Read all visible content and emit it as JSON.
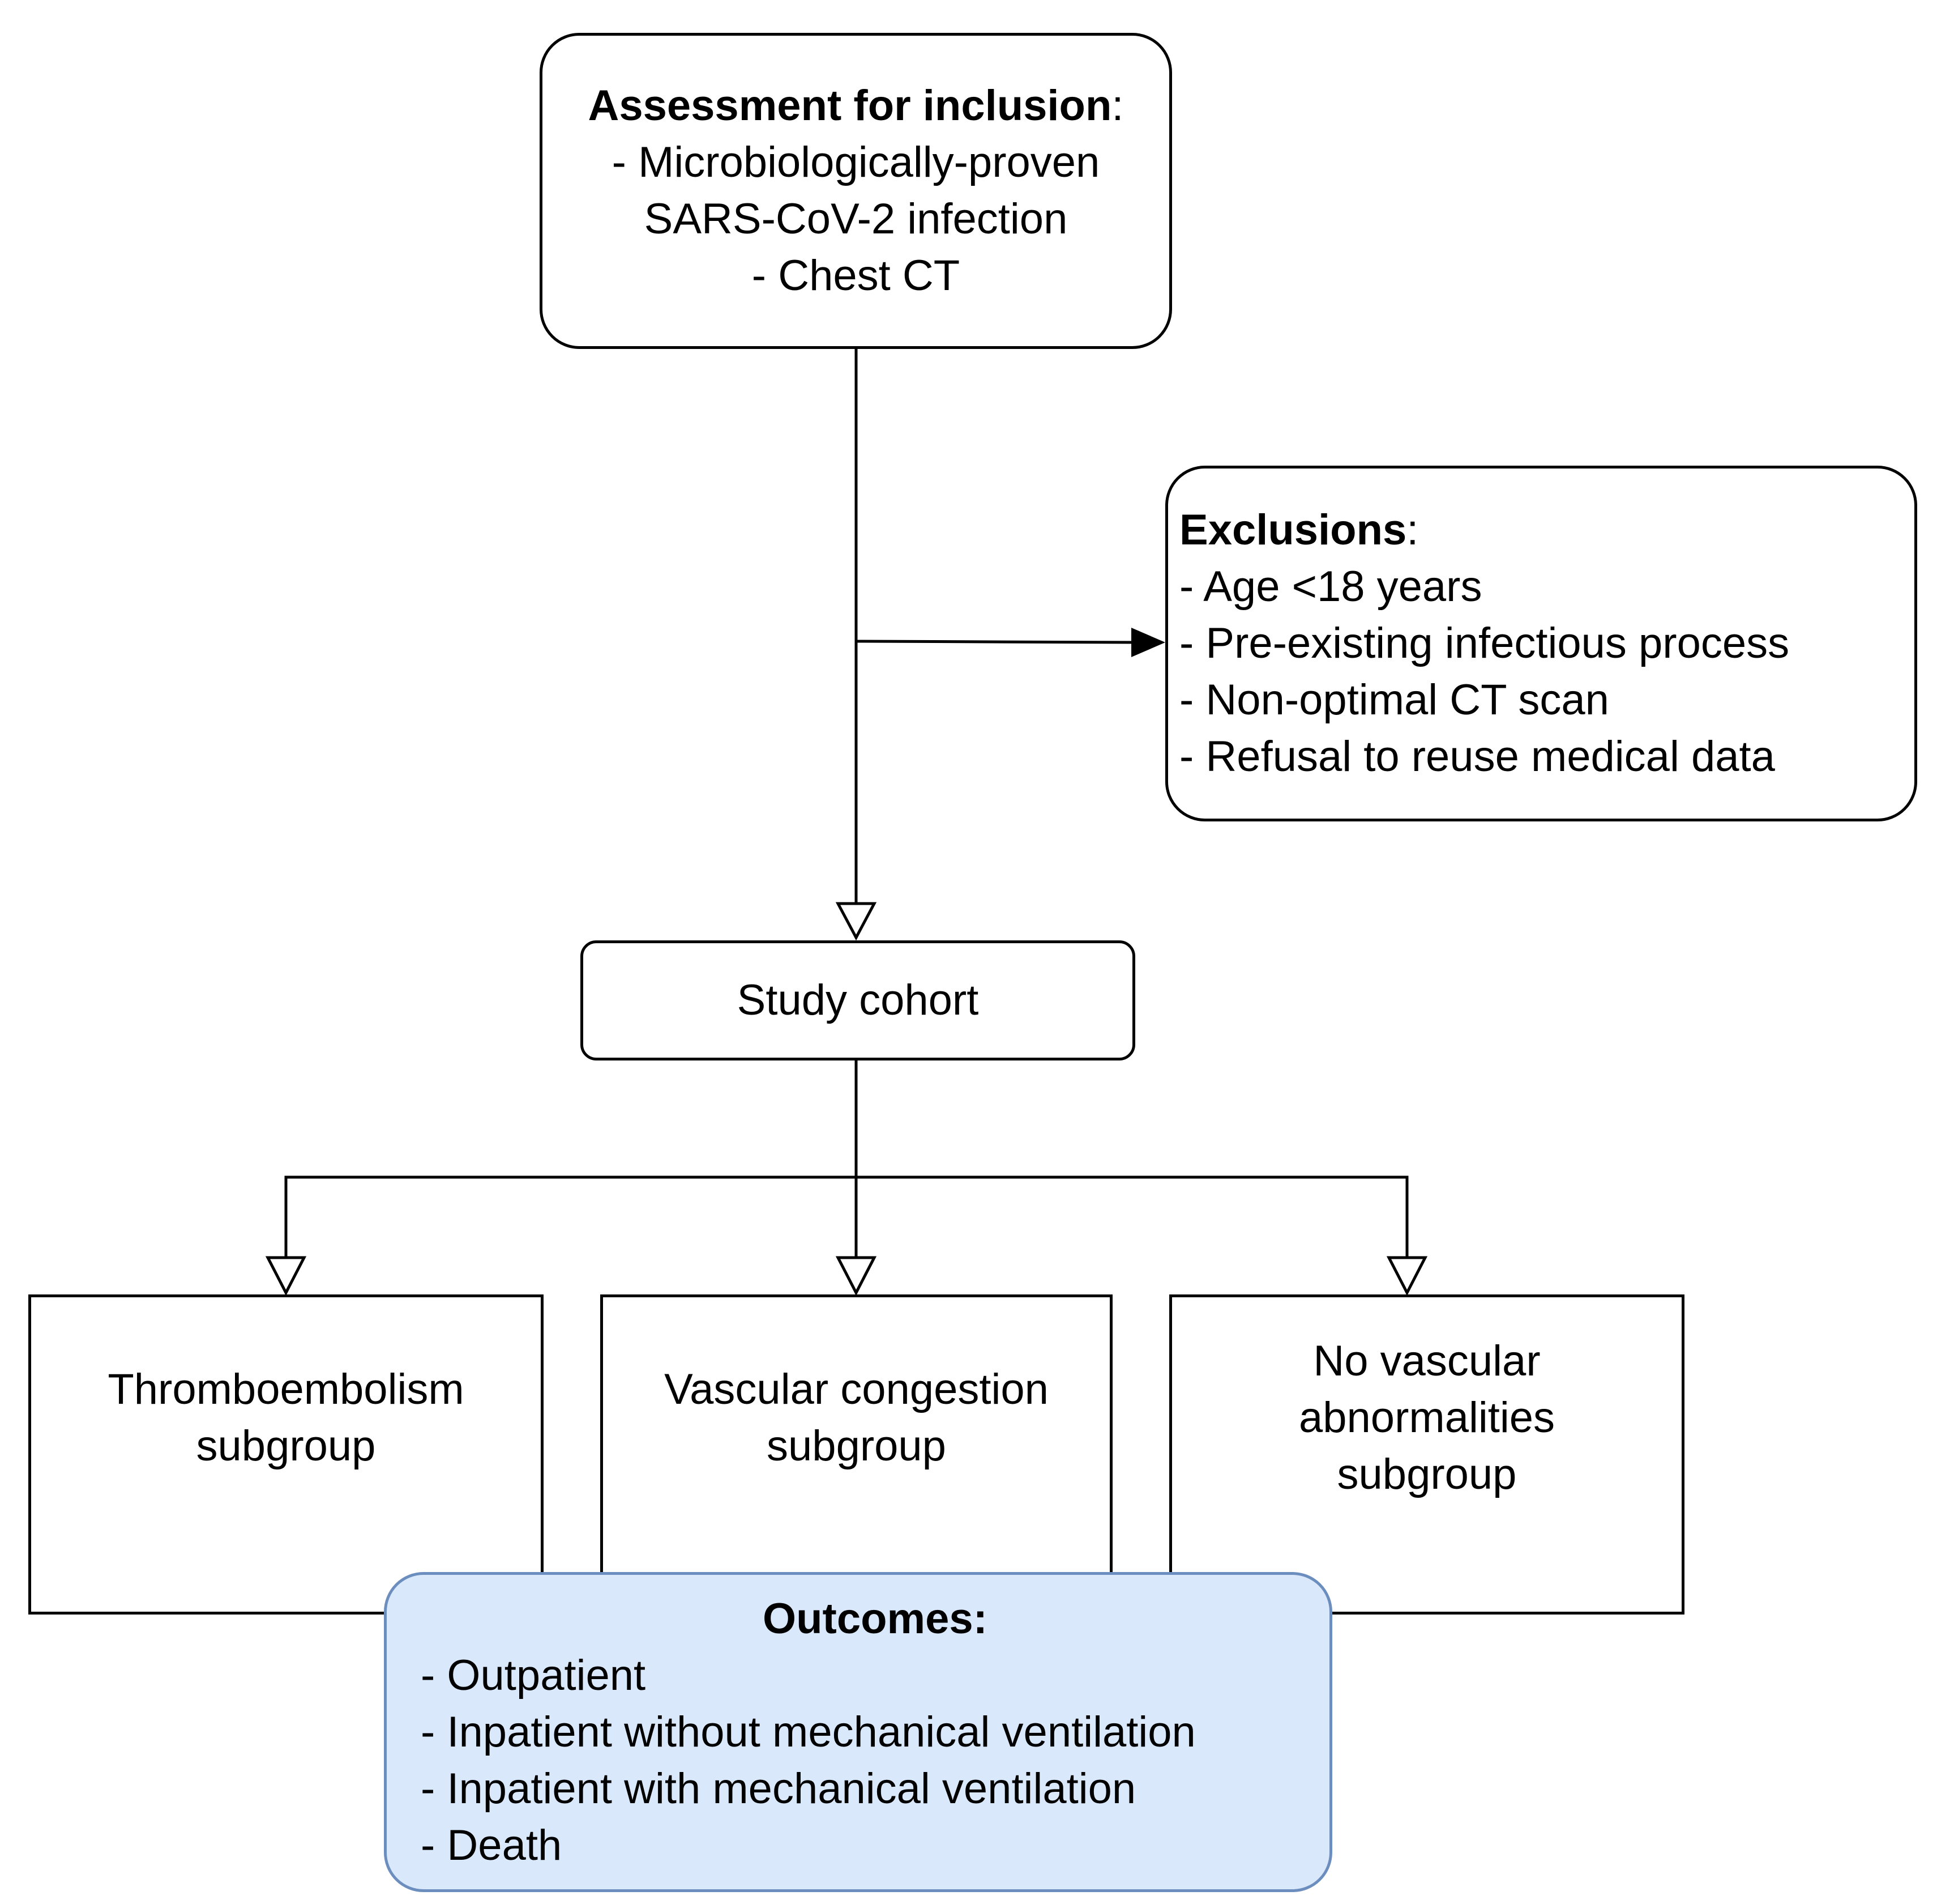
{
  "inclusion": {
    "heading": "Assessment for inclusion",
    "heading_suffix": ":",
    "items": [
      "- Microbiologically-proven",
      "SARS-CoV-2 infection",
      "- Chest CT"
    ]
  },
  "exclusions": {
    "heading": "Exclusions",
    "heading_suffix": ":",
    "items": [
      "- Age <18 years",
      "- Pre-existing infectious process",
      "- Non-optimal CT scan",
      "- Refusal to reuse medical data"
    ]
  },
  "cohort": {
    "label": "Study cohort"
  },
  "subgroups": [
    {
      "lines": [
        "Thromboembolism",
        "subgroup"
      ]
    },
    {
      "lines": [
        "Vascular congestion",
        "subgroup"
      ]
    },
    {
      "lines": [
        "No vascular",
        "abnormalities",
        "subgroup"
      ]
    }
  ],
  "outcomes": {
    "heading": "Outcomes:",
    "items": [
      "- Outpatient",
      "- Inpatient without mechanical ventilation",
      "- Inpatient with mechanical ventilation",
      "- Death"
    ]
  },
  "colors": {
    "outcomes_fill": "#dae8fc",
    "outcomes_border": "#6c8ebf",
    "stroke": "#000000"
  }
}
